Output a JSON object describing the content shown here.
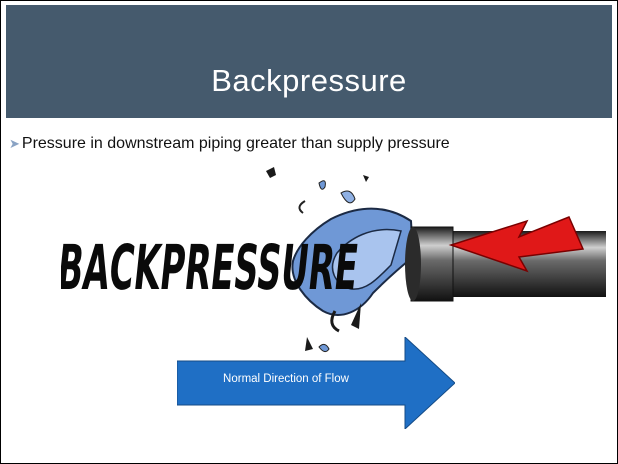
{
  "slide": {
    "title": "Backpressure",
    "bullet": "Pressure in downstream piping greater than supply pressure",
    "illustration_word": "BACKPRESSURE",
    "flow_arrow_label": "Normal Direction of Flow"
  },
  "colors": {
    "header_bg": "#455a6d",
    "arrow_fill": "#1f6fc5",
    "red_arrow": "#e01818",
    "water": "#6f98d6"
  },
  "icons": {
    "bullet": "arrowhead-bullet-icon"
  }
}
